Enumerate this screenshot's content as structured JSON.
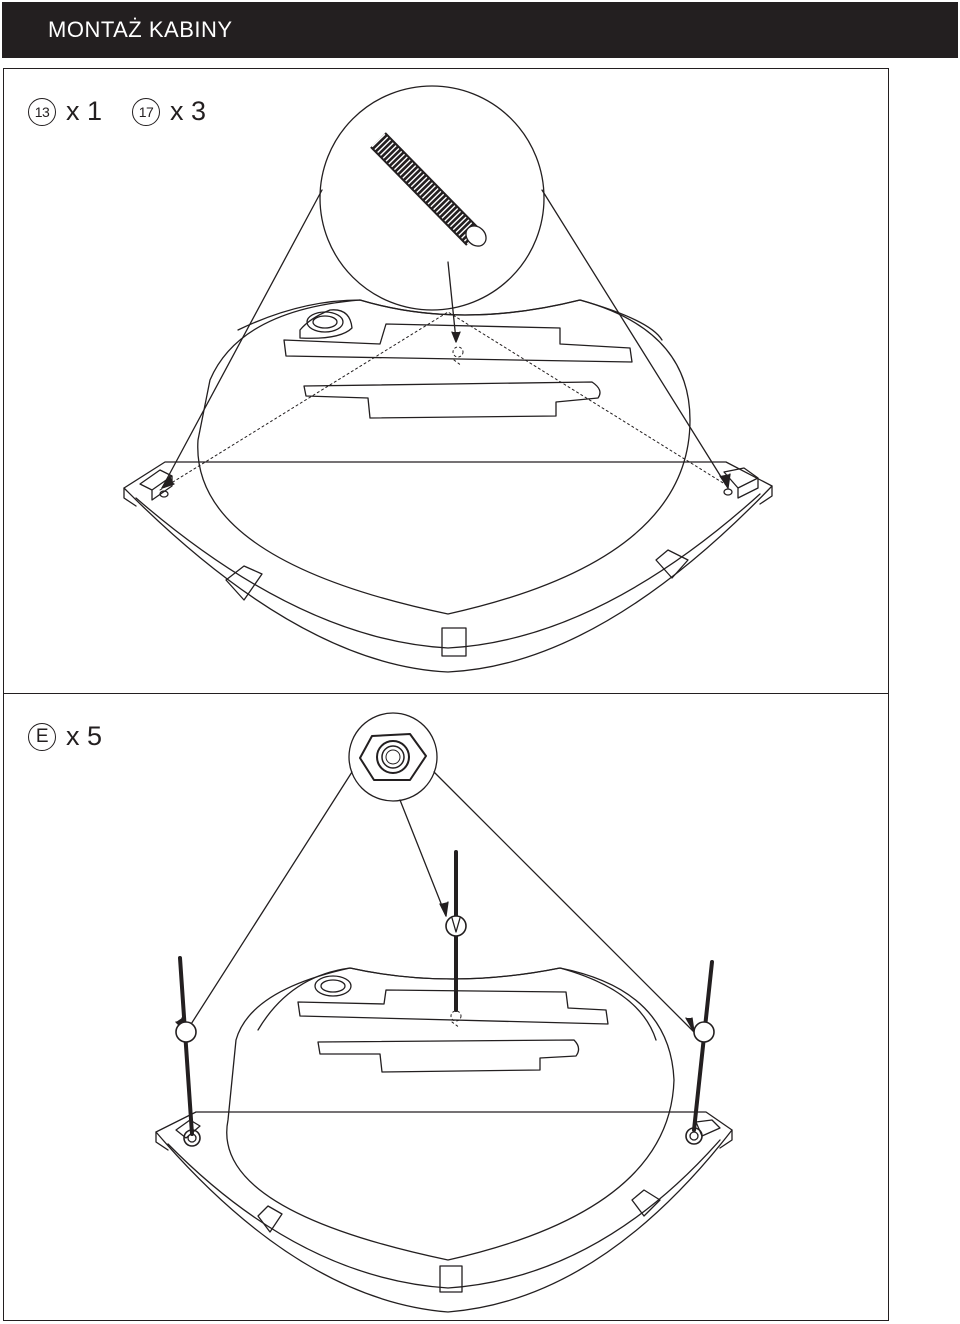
{
  "header": {
    "title": "MONTAŻ KABINY"
  },
  "step1": {
    "parts": [
      {
        "id": "13",
        "qty": "x 1"
      },
      {
        "id": "17",
        "qty": "x 3"
      }
    ]
  },
  "step2": {
    "parts": [
      {
        "id": "E",
        "qty": "x 5"
      }
    ]
  },
  "colors": {
    "ink": "#231f20",
    "paper": "#ffffff"
  }
}
